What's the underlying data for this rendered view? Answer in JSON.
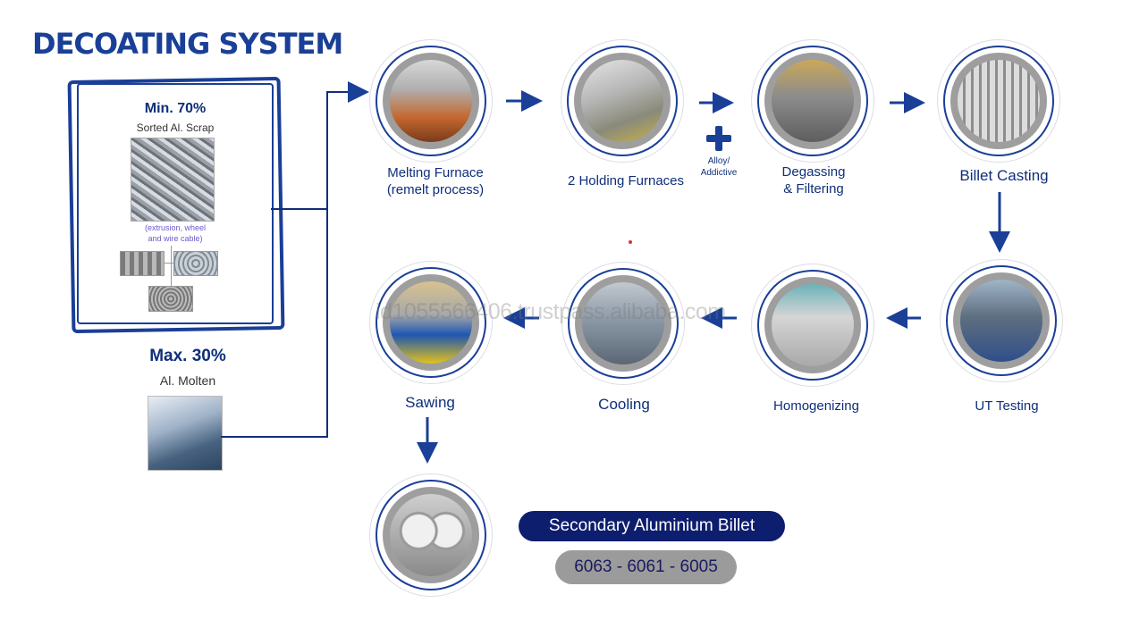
{
  "title": "DECOATING SYSTEM",
  "scrap_card": {
    "min_pct": "Min. 70%",
    "sorted": "Sorted Al. Scrap",
    "ext_note_1": "(extrusion, wheel",
    "ext_note_2": "and wire cable)"
  },
  "molten": {
    "max_pct": "Max. 30%",
    "label": "Al. Molten"
  },
  "steps": {
    "melting_1": "Melting Furnace",
    "melting_2": "(remelt process)",
    "holding": "2 Holding Furnaces",
    "alloy_1": "Alloy/",
    "alloy_2": "Addictive",
    "degassing_1": "Degassing",
    "degassing_2": "& Filtering",
    "billet_casting": "Billet Casting",
    "ut_testing": "UT Testing",
    "homogenizing": "Homogenizing",
    "cooling": "Cooling",
    "sawing": "Sawing"
  },
  "product": {
    "name": "Secondary Aluminium Billet",
    "grades": "6063 - 6061 - 6005"
  },
  "watermark": "id1055566406.trustpass.alibaba.com",
  "colors": {
    "accent": "#1a3f97",
    "dark_pill": "#0e1e6e",
    "gray_pill": "#9b9b9b"
  }
}
